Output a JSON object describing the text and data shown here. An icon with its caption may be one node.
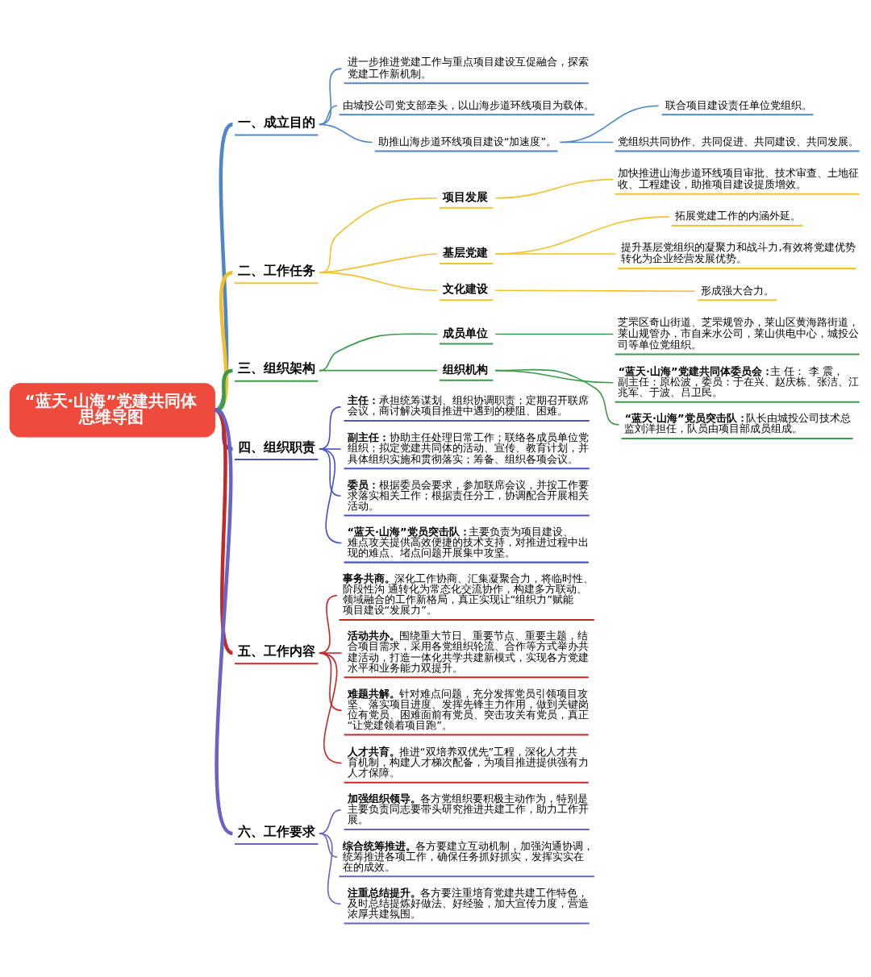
{
  "diagram": {
    "nodes": [
      {
        "text": [
          "“蓝天·山海”党建共同体思维导图"
        ]
      },
      {
        "text": [
          "一、成立目的"
        ]
      },
      {
        "text": [
          "进一步推进党建工作与重点项目建设互促融合，探索党建工作新机制。"
        ]
      },
      {
        "text": [
          "由城投公司党支部牵头，以山海步道环线项目为载体。"
        ]
      },
      {
        "text": [
          "助推山海步道环线项目建设“加速度”。"
        ]
      },
      {
        "text": [
          "联合项目建设责任单位党组织。"
        ]
      },
      {
        "text": [
          "党组织共同协作、共同促进、共同建设、共同发展。"
        ]
      },
      {
        "text": [
          "二、工作任务"
        ]
      },
      {
        "text": [
          "项目发展"
        ]
      },
      {
        "text": [
          "加快推进山海步道环线项目审批、技术审查、土地征收、工程建设，助推项目建设提质增效。"
        ]
      },
      {
        "text": [
          "基层党建"
        ]
      },
      {
        "text": [
          "拓展党建工作的内涵外延。"
        ]
      },
      {
        "text": [
          "提升基层党组织的凝聚力和战斗力,有效将党建优势转化为企业经营发展优势。"
        ]
      },
      {
        "text": [
          "文化建设"
        ]
      },
      {
        "text": [
          "形成强大合力。"
        ]
      },
      {
        "text": [
          "三、组织架构"
        ]
      },
      {
        "text": [
          "成员单位"
        ]
      },
      {
        "text": [
          "芝罘区奇山街道、芝罘规管办，莱山区黄海路街道，莱山规管办，市自来水公司，莱山供电中心，城投公司等单位党组织。"
        ]
      },
      {
        "text": [
          "组织机构"
        ]
      },
      {
        "text": [
          "**“蓝天·山海”党建共同体委员会：**主 任： 李 震，副主任：原松波，委员：于在兴、赵庆栋、张洁、江兆军、于波、吕卫民。"
        ]
      },
      {
        "text": [
          "**“蓝天·山海”党员突击队：**队长由城投公司技术总监刘洋担任，队员由项目部成员组成。"
        ]
      },
      {
        "text": [
          "四、组织职责"
        ]
      },
      {
        "text": [
          "**主任：**承担统筹谋划、组织协调职责；定期召开联席会议，商讨解决项目推进中遇到的梗阻、困难。"
        ]
      },
      {
        "text": [
          "**副主任：**协助主任处理日常工作；联络各成员单位党组织；拟定党建共同体的活动、宣传、教育计划，并具体组织实施和贯彻落实；筹备、组织各项会议。"
        ]
      },
      {
        "text": [
          "**委员：**根据委员会要求，参加联席会议，并按工作要求落实相关工作；根据责任分工，协调配合开展相关活动。"
        ]
      },
      {
        "text": [
          "**“蓝天·山海”党员突击队：**主要负责为项目建设、难点攻关提供高效便捷的技术支持，对推进过程中出现的难点、堵点问题开展集中攻坚。"
        ]
      },
      {
        "text": [
          "五、工作内容"
        ]
      },
      {
        "text": [
          "**事务共商。**深化工作协商、汇集凝聚合力，将临时性、阶段性沟 通转化为常态化交流协作，构建多方联动、领域融合的工作新格局，真正实现让“组织力”赋能项目建设“发展力”。"
        ]
      },
      {
        "text": [
          "**活动共办。**围绕重大节日、重要节点、重要主题，结合项目需求，采用各党组织轮流、合作等方式举办共建活动，打造一体化共学共建新模式，实现各方党建水平和业务能力双提升。"
        ]
      },
      {
        "text": [
          "**难题共解。**针对难点问题，充分发挥党员引领项目攻坚、落实项目进度、发挥先锋主力作用，做到关键岗位有党员、困难面前有党员、突击攻关有党员，真正“让党建领着项目跑”。"
        ]
      },
      {
        "text": [
          "**人才共育。**推进“双培养双优先”工程，深化人才共育机制，构建人才梯次配备，为项目推进提供强有力人才保障。"
        ]
      },
      {
        "text": [
          "六、工作要求"
        ]
      },
      {
        "text": [
          "**加强组织领导。**各方党组织要积极主动作为，特别是主要负责同志要带头研究推进共建工作，助力工作开展。"
        ]
      },
      {
        "text": [
          "**综合统筹推进。**各方要建立互动机制，加强沟通协调，统筹推进各项工作，确保任务抓好抓实，发挥实实在在的成效。"
        ]
      },
      {
        "text": [
          "**注重总结提升。**各方要注重培育党建共建工作特色，及时总结提炼好做法、好经验，加大宣传力度，营造浓厚共建氛围。"
        ]
      }
    ],
    "edges": [
      {
        "from": 0,
        "to": 1,
        "arrow": "none",
        "style": "thick",
        "color": "#4f86c6"
      },
      {
        "from": 1,
        "to": 2,
        "arrow": "none",
        "color": "#4f86c6"
      },
      {
        "from": 1,
        "to": 3,
        "arrow": "none",
        "color": "#4f86c6"
      },
      {
        "from": 1,
        "to": 4,
        "arrow": "none",
        "color": "#4f86c6"
      },
      {
        "from": 4,
        "to": 5,
        "arrow": "none",
        "color": "#4f86c6"
      },
      {
        "from": 4,
        "to": 6,
        "arrow": "none",
        "color": "#4f86c6"
      },
      {
        "from": 0,
        "to": 7,
        "arrow": "none",
        "style": "thick",
        "color": "#f2c12e"
      },
      {
        "from": 7,
        "to": 8,
        "arrow": "none",
        "color": "#f2c12e"
      },
      {
        "from": 8,
        "to": 9,
        "arrow": "none",
        "color": "#f2c12e"
      },
      {
        "from": 7,
        "to": 10,
        "arrow": "none",
        "color": "#f2c12e"
      },
      {
        "from": 10,
        "to": 11,
        "arrow": "none",
        "color": "#f2c12e"
      },
      {
        "from": 10,
        "to": 12,
        "arrow": "none",
        "color": "#f2c12e"
      },
      {
        "from": 7,
        "to": 13,
        "arrow": "none",
        "color": "#f2c12e"
      },
      {
        "from": 13,
        "to": 14,
        "arrow": "none",
        "color": "#f2c12e"
      },
      {
        "from": 0,
        "to": 15,
        "arrow": "none",
        "style": "thick",
        "color": "#3b9b4a"
      },
      {
        "from": 15,
        "to": 16,
        "arrow": "none",
        "color": "#3b9b4a"
      },
      {
        "from": 16,
        "to": 17,
        "arrow": "none",
        "color": "#3b9b4a"
      },
      {
        "from": 15,
        "to": 18,
        "arrow": "none",
        "color": "#3b9b4a"
      },
      {
        "from": 18,
        "to": 19,
        "arrow": "none",
        "color": "#3b9b4a"
      },
      {
        "from": 18,
        "to": 20,
        "arrow": "none",
        "color": "#3b9b4a"
      },
      {
        "from": 0,
        "to": 21,
        "arrow": "none",
        "style": "thick",
        "color": "#4a4fd0"
      },
      {
        "from": 21,
        "to": 22,
        "arrow": "none",
        "color": "#4a4fd0"
      },
      {
        "from": 21,
        "to": 23,
        "arrow": "none",
        "color": "#4a4fd0"
      },
      {
        "from": 21,
        "to": 24,
        "arrow": "none",
        "color": "#4a4fd0"
      },
      {
        "from": 21,
        "to": 25,
        "arrow": "none",
        "color": "#4a4fd0"
      },
      {
        "from": 0,
        "to": 26,
        "arrow": "none",
        "style": "thick",
        "color": "#c62828"
      },
      {
        "from": 26,
        "to": 27,
        "arrow": "none",
        "color": "#c62828"
      },
      {
        "from": 26,
        "to": 28,
        "arrow": "none",
        "color": "#c62828"
      },
      {
        "from": 26,
        "to": 29,
        "arrow": "none",
        "color": "#c62828"
      },
      {
        "from": 26,
        "to": 30,
        "arrow": "none",
        "color": "#c62828"
      },
      {
        "from": 0,
        "to": 31,
        "arrow": "none",
        "style": "thick",
        "color": "#6b63c4"
      },
      {
        "from": 31,
        "to": 32,
        "arrow": "none",
        "color": "#6b63c4"
      },
      {
        "from": 31,
        "to": 33,
        "arrow": "none",
        "color": "#6b63c4"
      },
      {
        "from": 31,
        "to": 34,
        "arrow": "none",
        "color": "#6b63c4"
      }
    ]
  }
}
